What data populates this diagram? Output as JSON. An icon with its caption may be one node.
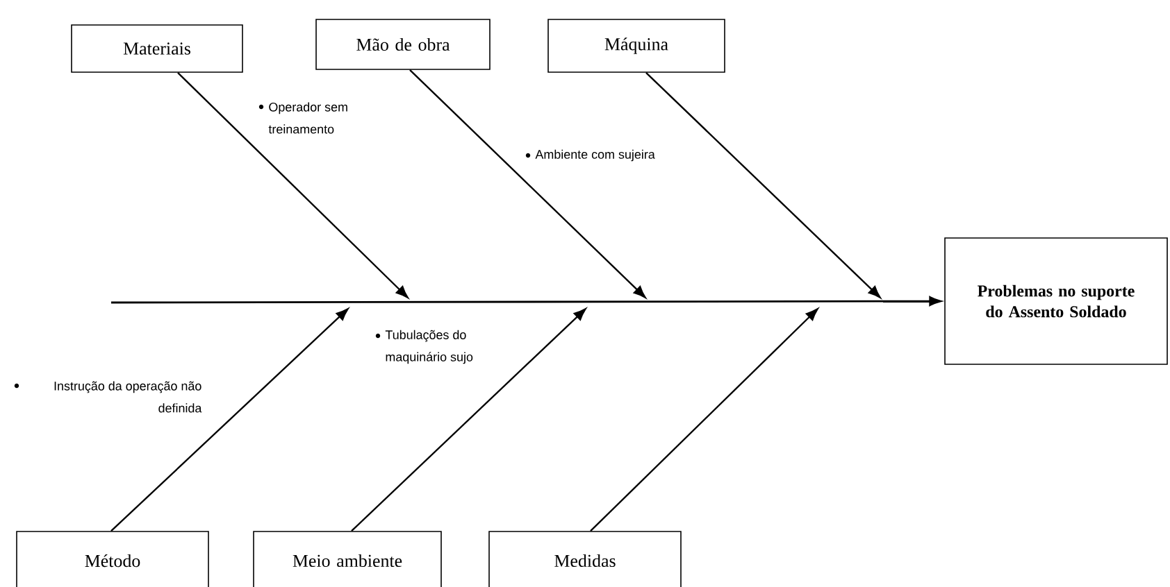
{
  "diagram": {
    "nodes": [
      {
        "text": [
          "Materiais"
        ]
      },
      {
        "text": [
          "Mão de obra"
        ]
      },
      {
        "text": [
          "Máquina"
        ]
      },
      {
        "text": [
          "Problemas no suporte do Assento Soldado"
        ]
      },
      {
        "text": [
          "Método"
        ]
      },
      {
        "text": [
          "Meio ambiente"
        ]
      },
      {
        "text": [
          "Medidas"
        ]
      }
    ],
    "edges": [
      {
        "from": null,
        "to": 3,
        "arrow": "to"
      },
      {
        "from": 0,
        "to": null,
        "arrow": "to"
      },
      {
        "from": 1,
        "to": null,
        "arrow": "to"
      },
      {
        "from": 2,
        "to": null,
        "arrow": "to"
      },
      {
        "from": 4,
        "to": null,
        "arrow": "to"
      },
      {
        "from": 5,
        "to": null,
        "arrow": "to"
      },
      {
        "from": 6,
        "to": null,
        "arrow": "to"
      }
    ],
    "labels": [
      "Operador sem treinamento",
      "Ambiente com sujeira",
      "Tubulações do maquinário sujo",
      "Instrução da operação não definida"
    ]
  }
}
